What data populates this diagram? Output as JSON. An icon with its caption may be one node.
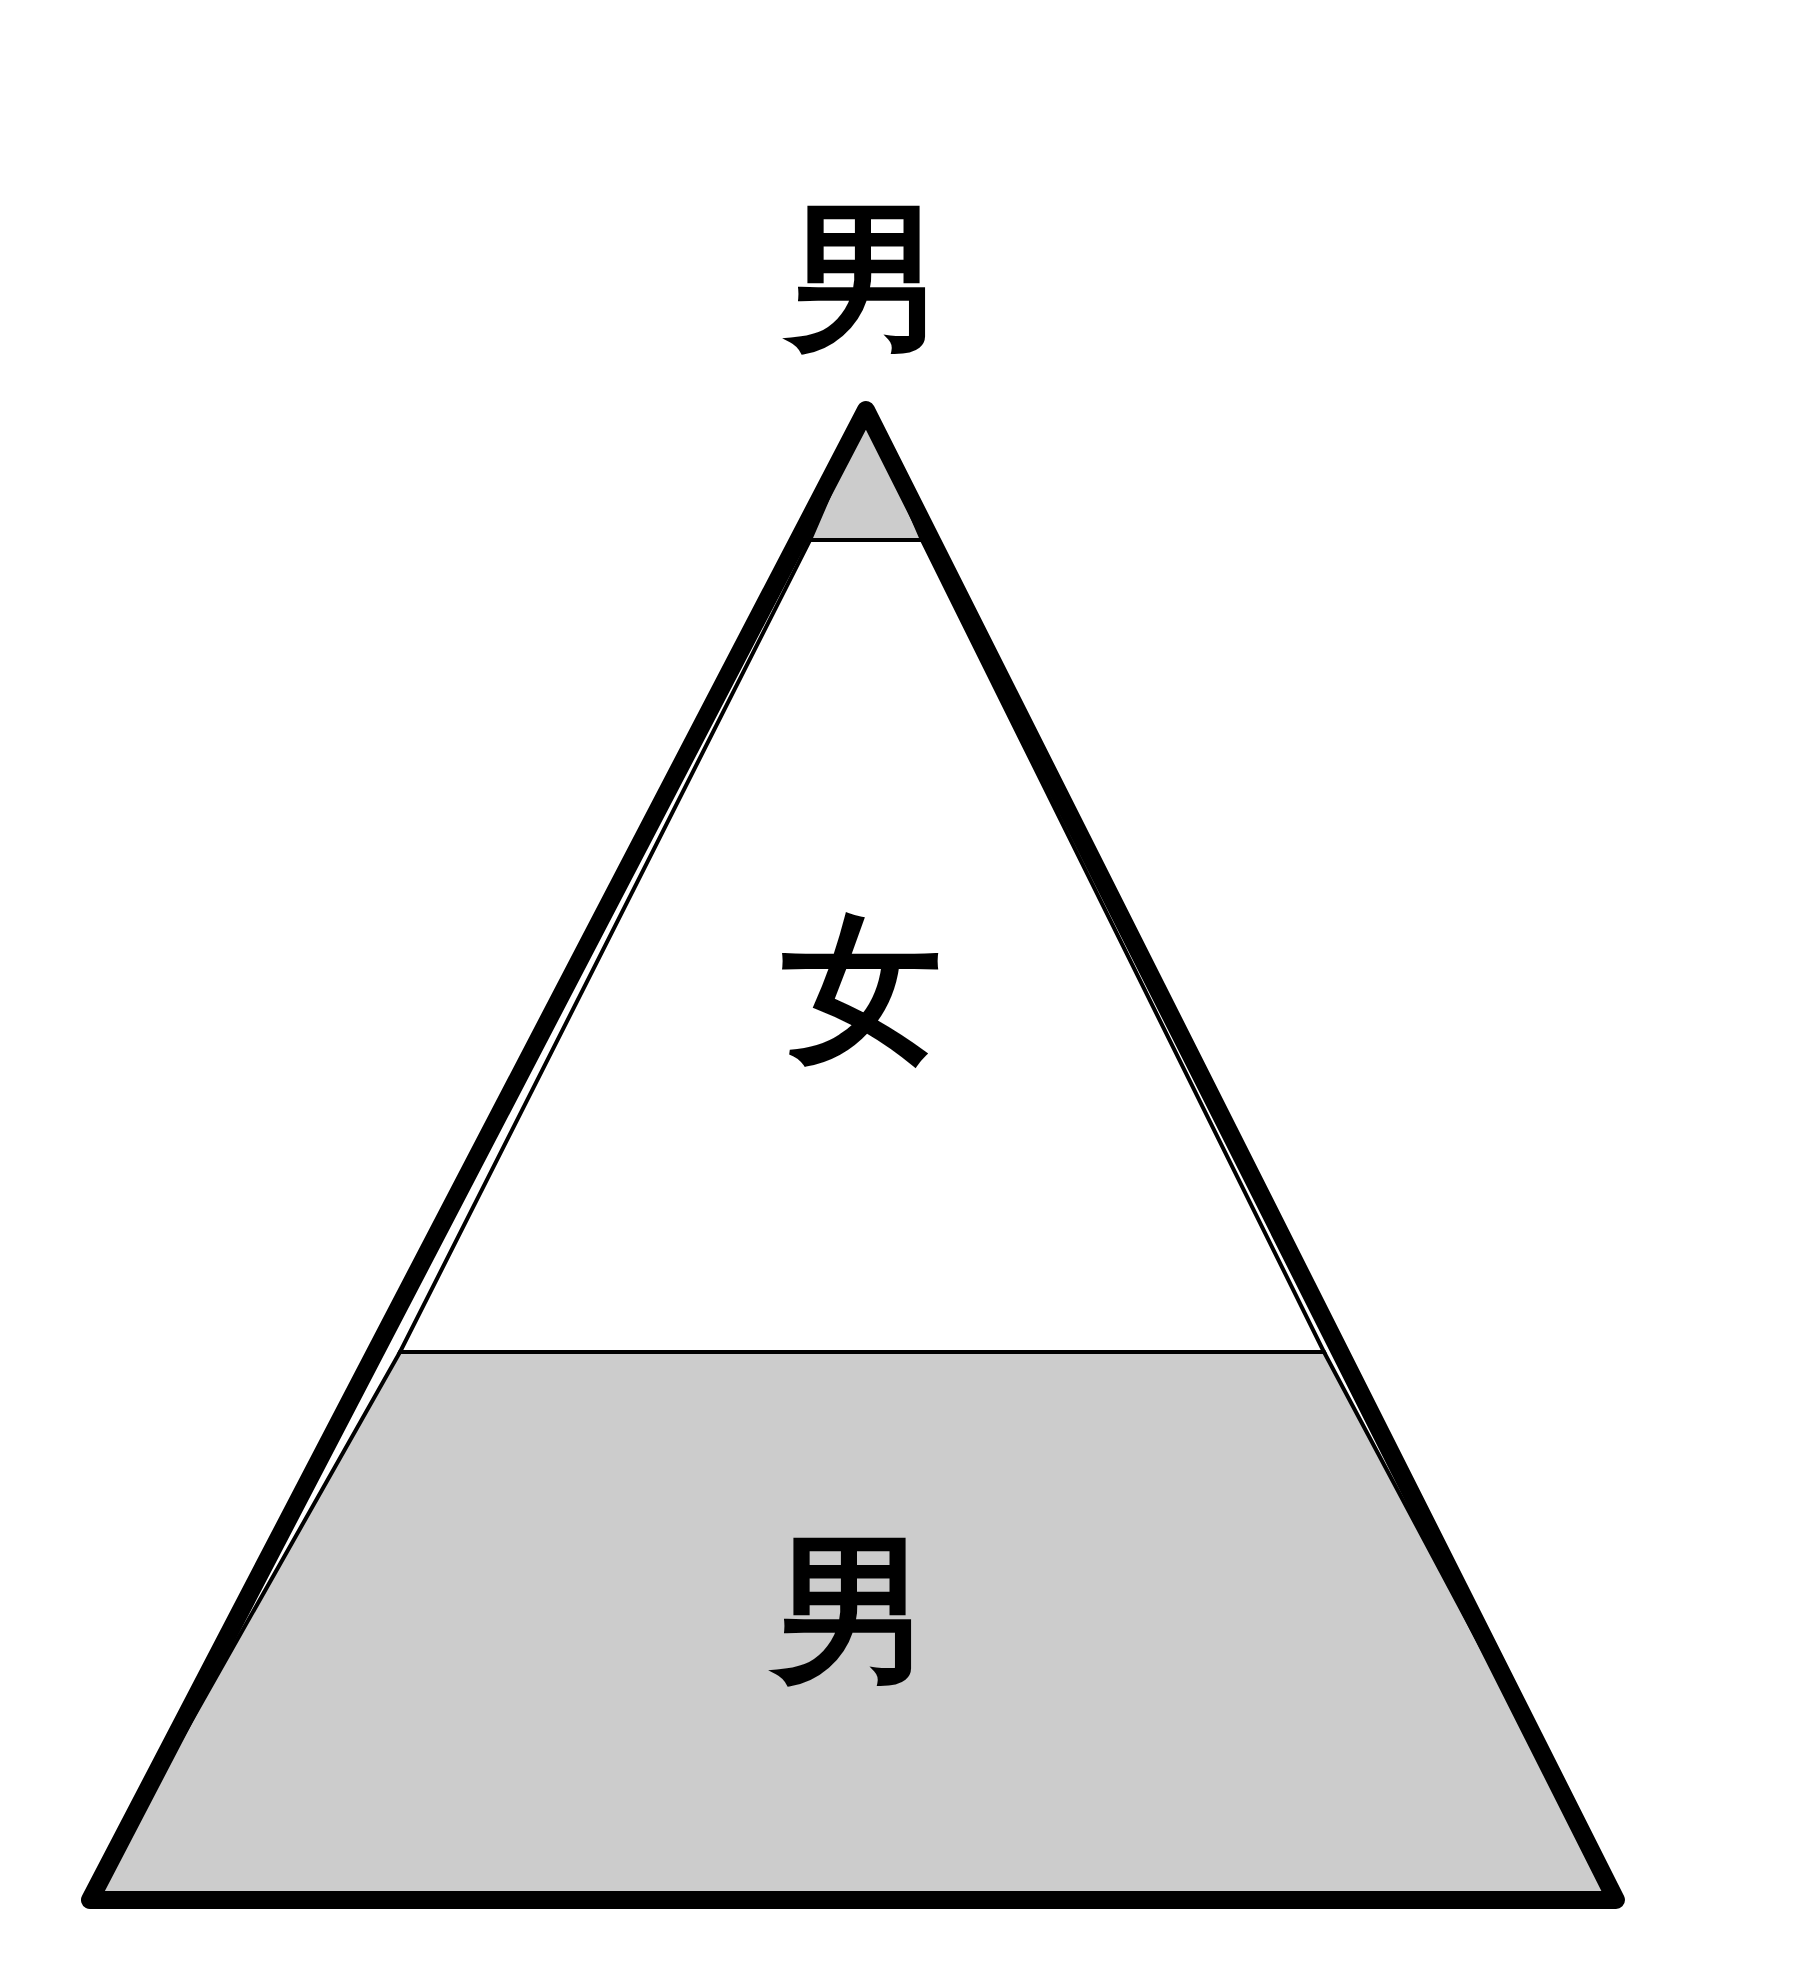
{
  "diagram": {
    "nodes": [
      {
        "text": [
          "男"
        ]
      },
      {
        "text": [
          "女"
        ]
      },
      {
        "text": [
          "男"
        ]
      }
    ]
  }
}
